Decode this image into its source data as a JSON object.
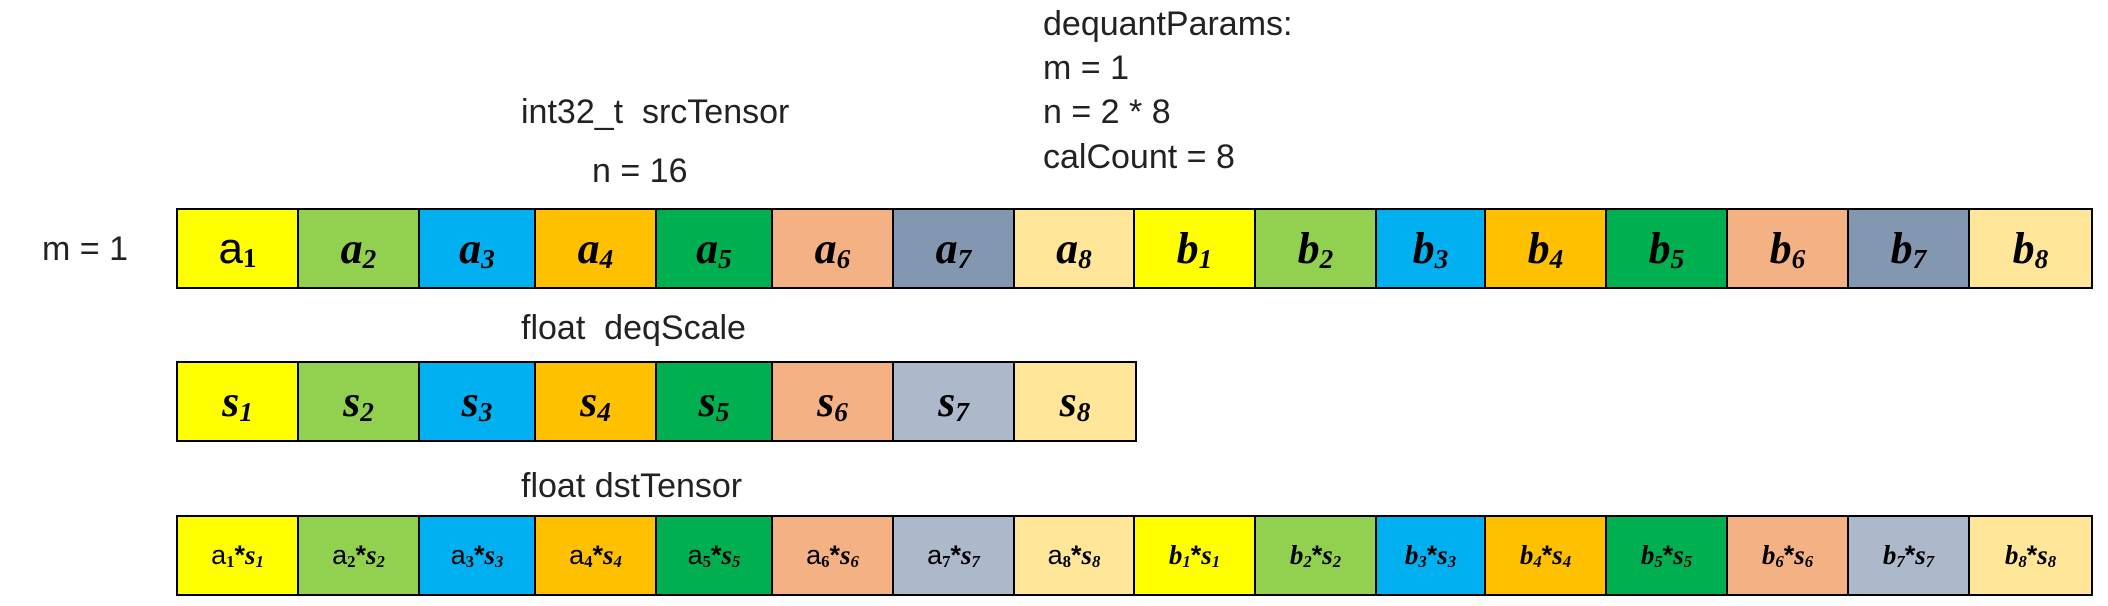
{
  "labels": {
    "dequant_params": "dequantParams:",
    "param_m": "m = 1",
    "param_n": "n = 2 * 8",
    "param_calcount": "calCount = 8",
    "src_type": "int32_t  srcTensor",
    "src_n": "n = 16",
    "row_m": "m = 1",
    "scale_type": "float  deqScale",
    "dst_type": "float dstTensor"
  },
  "colors": {
    "yellow": "#FFFF00",
    "green": "#92D050",
    "blue": "#00B0F0",
    "orange": "#FFC000",
    "dark_green": "#00B050",
    "salmon": "#F4B183",
    "slate": "#8497B0",
    "light_slate": "#ADB9CA",
    "cream": "#FFE699"
  },
  "src": [
    {
      "base": "a",
      "sub": "1",
      "color": "yellow",
      "upright": true
    },
    {
      "base": "a",
      "sub": "2",
      "color": "green"
    },
    {
      "base": "a",
      "sub": "3",
      "color": "blue"
    },
    {
      "base": "a",
      "sub": "4",
      "color": "orange"
    },
    {
      "base": "a",
      "sub": "5",
      "color": "dark_green"
    },
    {
      "base": "a",
      "sub": "6",
      "color": "salmon"
    },
    {
      "base": "a",
      "sub": "7",
      "color": "slate"
    },
    {
      "base": "a",
      "sub": "8",
      "color": "cream"
    },
    {
      "base": "b",
      "sub": "1",
      "color": "yellow"
    },
    {
      "base": "b",
      "sub": "2",
      "color": "green"
    },
    {
      "base": "b",
      "sub": "3",
      "color": "blue"
    },
    {
      "base": "b",
      "sub": "4",
      "color": "orange"
    },
    {
      "base": "b",
      "sub": "5",
      "color": "dark_green"
    },
    {
      "base": "b",
      "sub": "6",
      "color": "salmon"
    },
    {
      "base": "b",
      "sub": "7",
      "color": "slate"
    },
    {
      "base": "b",
      "sub": "8",
      "color": "cream"
    }
  ],
  "scale": [
    {
      "base": "s",
      "sub": "1",
      "color": "yellow"
    },
    {
      "base": "s",
      "sub": "2",
      "color": "green"
    },
    {
      "base": "s",
      "sub": "3",
      "color": "blue"
    },
    {
      "base": "s",
      "sub": "4",
      "color": "orange"
    },
    {
      "base": "s",
      "sub": "5",
      "color": "dark_green"
    },
    {
      "base": "s",
      "sub": "6",
      "color": "salmon"
    },
    {
      "base": "s",
      "sub": "7",
      "color": "light_slate"
    },
    {
      "base": "s",
      "sub": "8",
      "color": "cream"
    }
  ],
  "dst": [
    {
      "base": "a",
      "sub": "1",
      "sbase": "s",
      "ssub": "1",
      "color": "yellow"
    },
    {
      "base": "a",
      "sub": "2",
      "sbase": "s",
      "ssub": "2",
      "color": "green"
    },
    {
      "base": "a",
      "sub": "3",
      "sbase": "s",
      "ssub": "3",
      "color": "blue"
    },
    {
      "base": "a",
      "sub": "4",
      "sbase": "s",
      "ssub": "4",
      "color": "orange"
    },
    {
      "base": "a",
      "sub": "5",
      "sbase": "s",
      "ssub": "5",
      "color": "dark_green"
    },
    {
      "base": "a",
      "sub": "6",
      "sbase": "s",
      "ssub": "6",
      "color": "salmon"
    },
    {
      "base": "a",
      "sub": "7",
      "sbase": "s",
      "ssub": "7",
      "color": "light_slate"
    },
    {
      "base": "a",
      "sub": "8",
      "sbase": "s",
      "ssub": "8",
      "color": "cream"
    },
    {
      "base": "b",
      "sub": "1",
      "sbase": "s",
      "ssub": "1",
      "color": "yellow"
    },
    {
      "base": "b",
      "sub": "2",
      "sbase": "s",
      "ssub": "2",
      "color": "green"
    },
    {
      "base": "b",
      "sub": "3",
      "sbase": "s",
      "ssub": "3",
      "color": "blue"
    },
    {
      "base": "b",
      "sub": "4",
      "sbase": "s",
      "ssub": "4",
      "color": "orange"
    },
    {
      "base": "b",
      "sub": "5",
      "sbase": "s",
      "ssub": "5",
      "color": "dark_green"
    },
    {
      "base": "b",
      "sub": "6",
      "sbase": "s",
      "ssub": "6",
      "color": "salmon"
    },
    {
      "base": "b",
      "sub": "7",
      "sbase": "s",
      "ssub": "7",
      "color": "light_slate"
    },
    {
      "base": "b",
      "sub": "8",
      "sbase": "s",
      "ssub": "8",
      "color": "cream"
    }
  ],
  "operator": "*"
}
